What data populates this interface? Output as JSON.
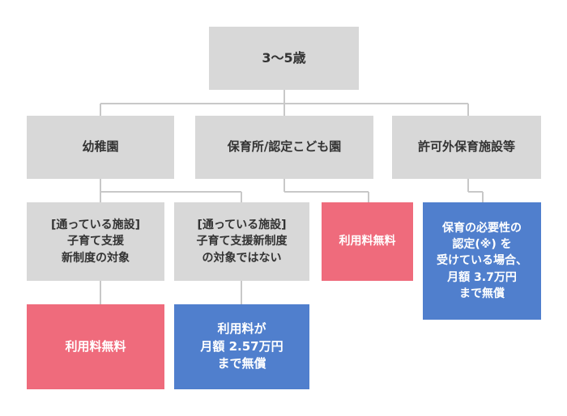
{
  "colors": {
    "gray_box": "#d8d8d8",
    "free_box": "#ef6b7c",
    "paid_box": "#507fcd",
    "connector": "#c8c8c8"
  },
  "root": {
    "label": "3～5歳"
  },
  "categories": {
    "kindergarten": {
      "label": "幼稚園"
    },
    "nursery": {
      "label": "保育所/認定こども園"
    },
    "unlicensed": {
      "label": "許可外保育施設等"
    }
  },
  "subcategories": {
    "kindergarten_in_system": {
      "label": "[通っている施設]\n子育て支援\n新制度の対象"
    },
    "kindergarten_not_in_system": {
      "label": "[通っている施設]\n子育て支援新制度\nの対象ではない"
    }
  },
  "results": {
    "kindergarten_in_system": {
      "label": "利用料無料"
    },
    "kindergarten_not_in_system": {
      "label": "利用料が\n月額 2.57万円\nまで無償"
    },
    "nursery": {
      "label": "利用料無料"
    },
    "unlicensed": {
      "label": "保育の必要性の\n認定(※) を\n受けている場合、\n月額 3.7万円\nまで無償"
    }
  }
}
